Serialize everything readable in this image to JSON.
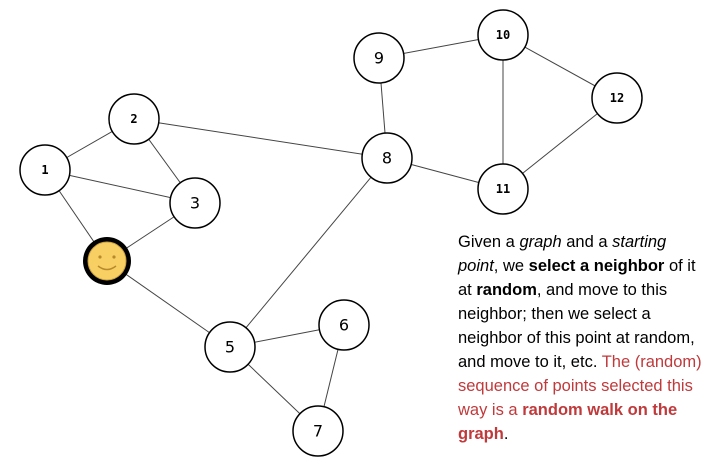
{
  "graph": {
    "nodes": [
      {
        "id": "1",
        "label": "1",
        "style": "mono"
      },
      {
        "id": "2",
        "label": "2",
        "style": "mono"
      },
      {
        "id": "3",
        "label": "3",
        "style": "big"
      },
      {
        "id": "5",
        "label": "5",
        "style": "big"
      },
      {
        "id": "6",
        "label": "6",
        "style": "big"
      },
      {
        "id": "7",
        "label": "7",
        "style": "big"
      },
      {
        "id": "8",
        "label": "8",
        "style": "big"
      },
      {
        "id": "9",
        "label": "9",
        "style": "big"
      },
      {
        "id": "10",
        "label": "10",
        "style": "mono"
      },
      {
        "id": "11",
        "label": "11",
        "style": "mono"
      },
      {
        "id": "12",
        "label": "12",
        "style": "mono"
      }
    ],
    "walker": {
      "icon": "smiley-face-icon",
      "color": "#f8cf62"
    },
    "edges": [
      [
        "1",
        "2"
      ],
      [
        "1",
        "3"
      ],
      [
        "1",
        "walker"
      ],
      [
        "2",
        "3"
      ],
      [
        "2",
        "8"
      ],
      [
        "3",
        "walker"
      ],
      [
        "walker",
        "5"
      ],
      [
        "5",
        "6"
      ],
      [
        "5",
        "7"
      ],
      [
        "6",
        "7"
      ],
      [
        "5",
        "8"
      ],
      [
        "8",
        "9"
      ],
      [
        "8",
        "11"
      ],
      [
        "9",
        "10"
      ],
      [
        "10",
        "11"
      ],
      [
        "10",
        "12"
      ],
      [
        "11",
        "12"
      ]
    ]
  },
  "caption": {
    "p1": "Given a ",
    "p2": "graph",
    "p3": " and a ",
    "p4": "starting point",
    "p5": ", we ",
    "p6": "select a neighbor",
    "p7": " of it at ",
    "p8": "random",
    "p9": ", and move to this neighbor; then we select a neighbor of this point at random, and move to it, etc. ",
    "p10": "The (random) sequence of points selected this way is a ",
    "p11": "random walk on the graph",
    "p12": "."
  },
  "colors": {
    "highlight": "#c0393b"
  }
}
